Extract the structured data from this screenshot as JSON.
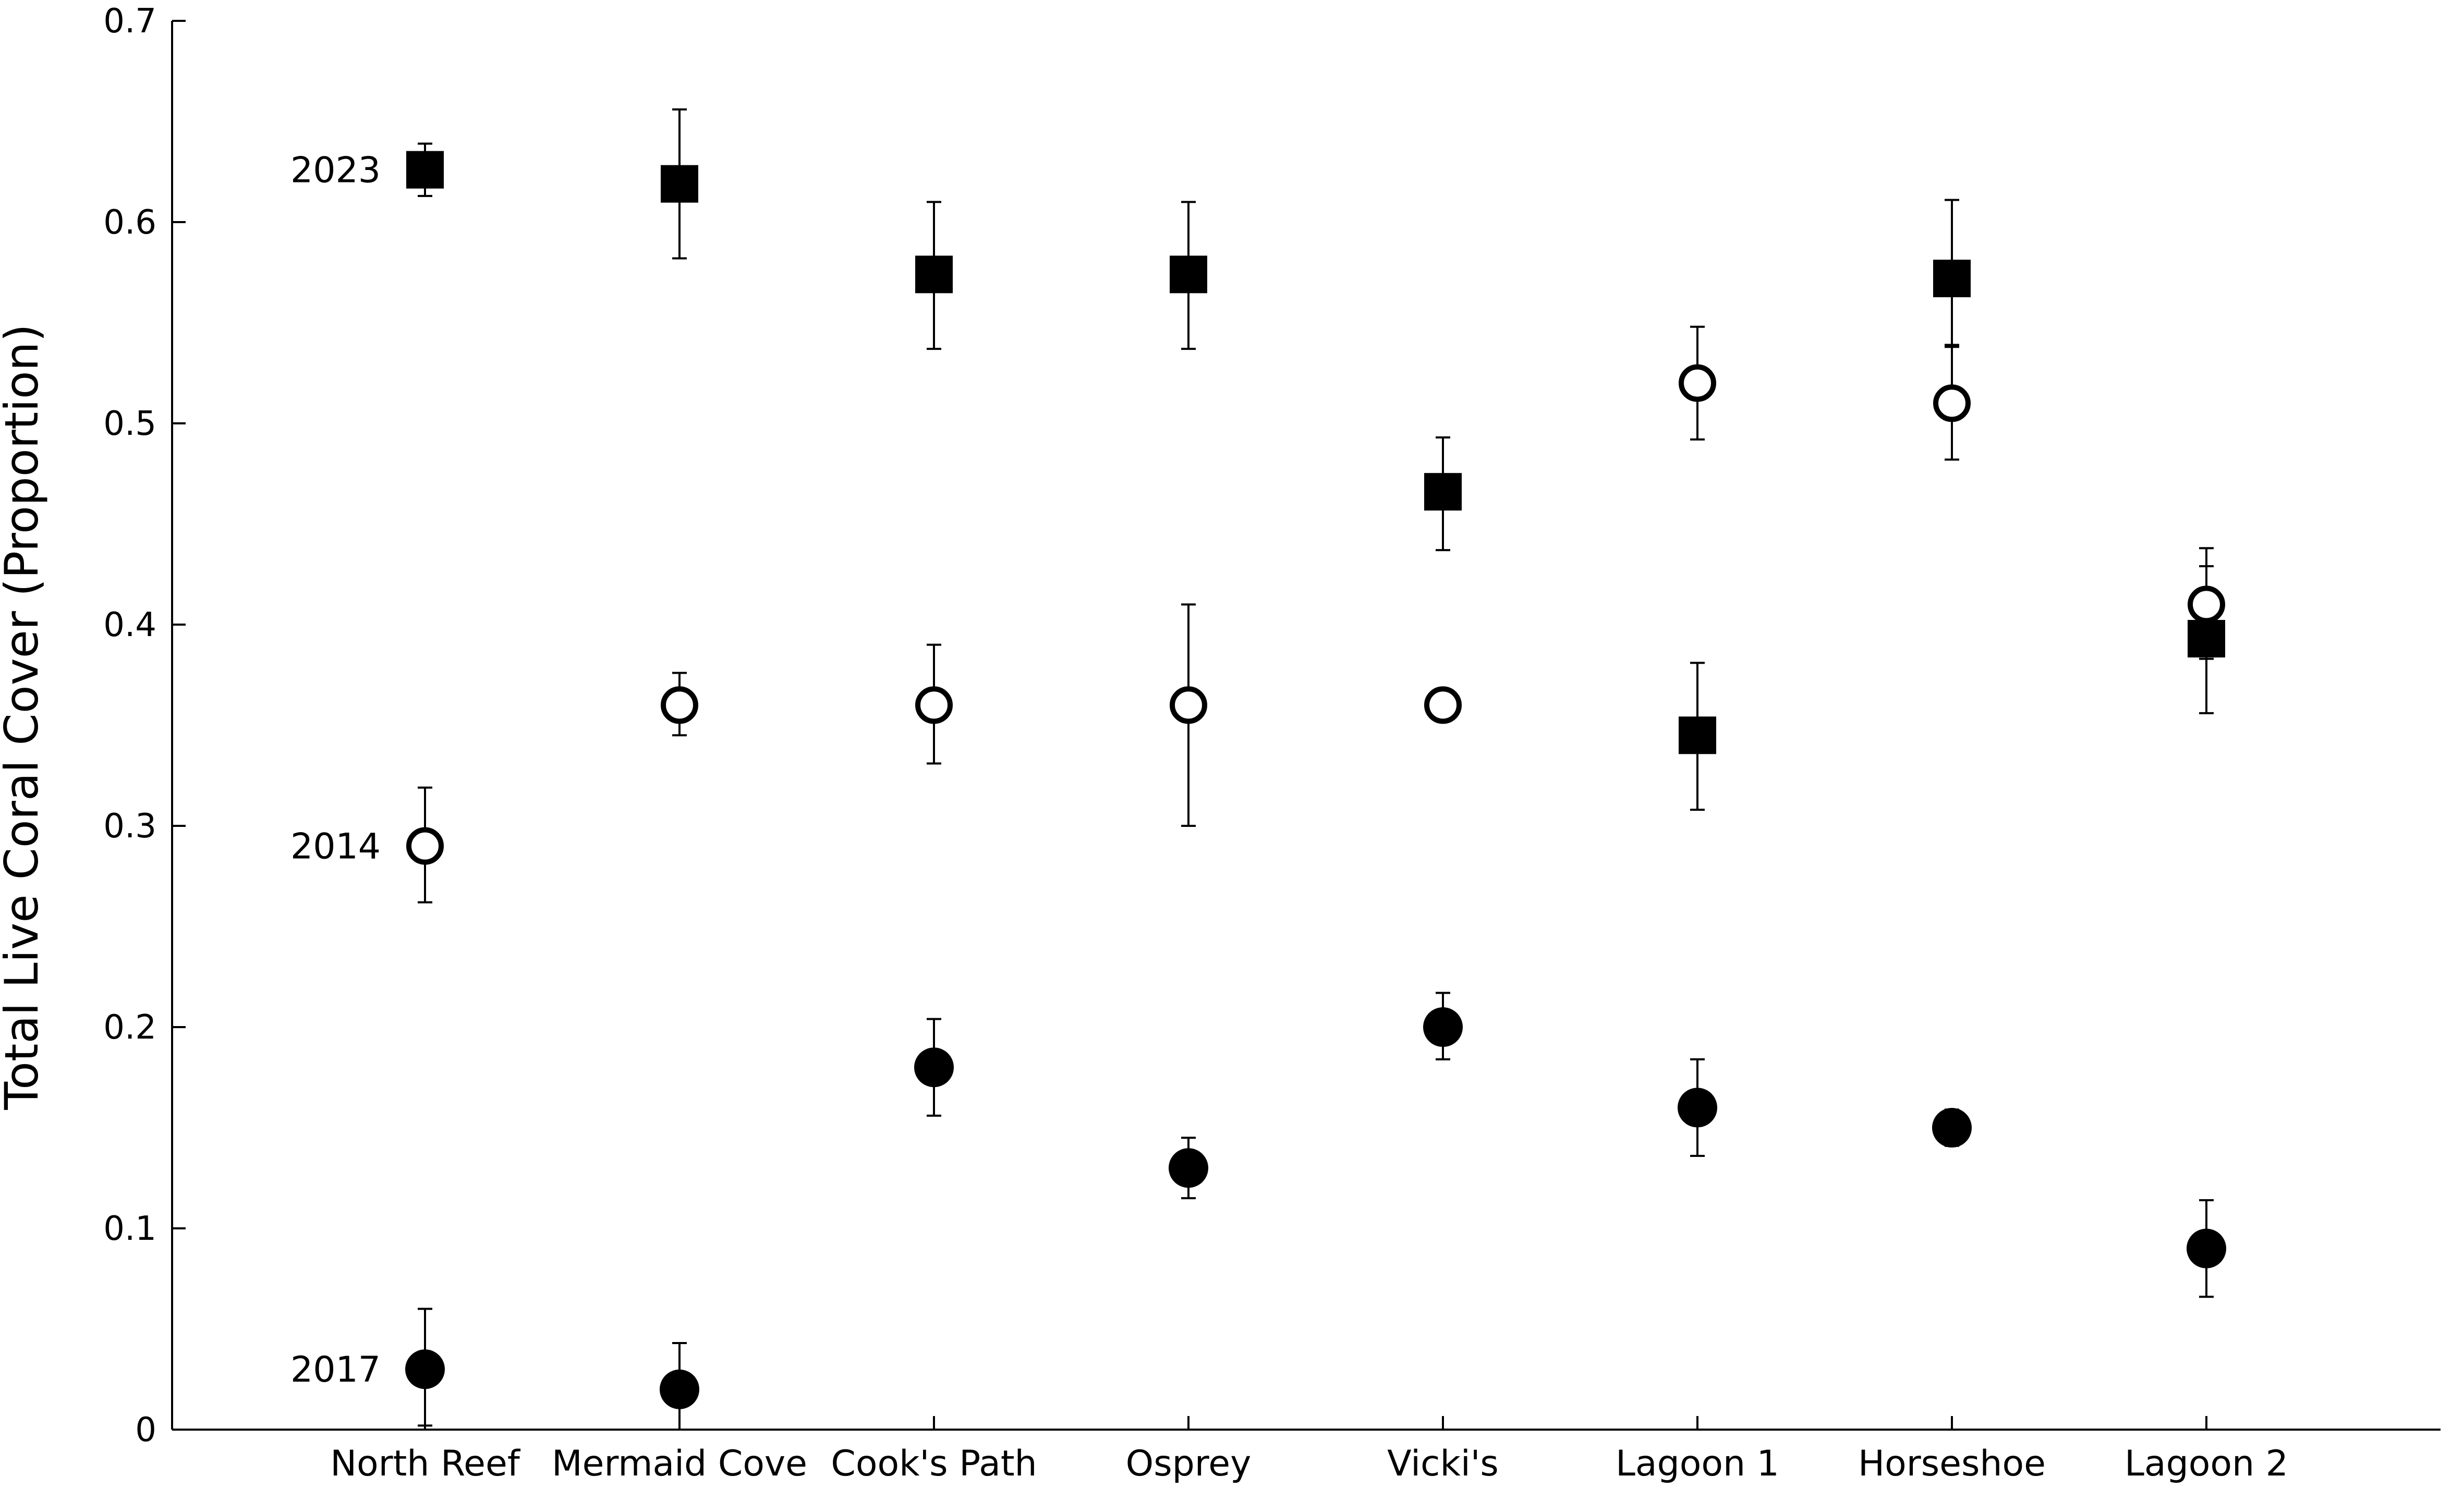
{
  "chart_data": {
    "type": "scatter",
    "title": "",
    "xlabel": "",
    "ylabel": "Total Live Coral Cover (Proportion)",
    "ylim": [
      0,
      0.7
    ],
    "yticks": [
      0,
      0.1,
      0.2,
      0.3,
      0.4,
      0.5,
      0.6,
      0.7
    ],
    "ytick_labels": [
      "0",
      "0.1",
      "0.2",
      "0.3",
      "0.4",
      "0.5",
      "0.6",
      "0.7"
    ],
    "categories": [
      "North Reef",
      "Mermaid Cove",
      "Cook's Path",
      "Osprey",
      "Vicki's",
      "Lagoon 1",
      "Horseshoe",
      "Lagoon 2"
    ],
    "grid": false,
    "series": [
      {
        "name": "2023",
        "marker": "filled-square",
        "color": "#000000",
        "values": [
          0.626,
          0.619,
          0.574,
          0.574,
          0.466,
          0.345,
          0.572,
          0.393
        ],
        "err_low": [
          0.613,
          0.582,
          0.537,
          0.537,
          0.437,
          0.308,
          0.539,
          0.356
        ],
        "err_high": [
          0.639,
          0.656,
          0.61,
          0.61,
          0.493,
          0.381,
          0.611,
          0.429
        ]
      },
      {
        "name": "2014",
        "marker": "open-circle",
        "color": "#000000",
        "values": [
          0.29,
          0.36,
          0.36,
          0.36,
          0.36,
          0.52,
          0.51,
          0.41
        ],
        "err_low": [
          0.262,
          0.345,
          0.331,
          0.3,
          0.36,
          0.492,
          0.482,
          0.383
        ],
        "err_high": [
          0.319,
          0.376,
          0.39,
          0.41,
          0.36,
          0.548,
          0.538,
          0.438
        ]
      },
      {
        "name": "2017",
        "marker": "filled-circle",
        "color": "#000000",
        "values": [
          0.03,
          0.02,
          0.18,
          0.13,
          0.2,
          0.16,
          0.15,
          0.09
        ],
        "err_low": [
          0.002,
          0.0,
          0.156,
          0.115,
          0.184,
          0.136,
          0.141,
          0.066
        ],
        "err_high": [
          0.06,
          0.043,
          0.204,
          0.145,
          0.217,
          0.184,
          0.159,
          0.114
        ]
      }
    ]
  }
}
